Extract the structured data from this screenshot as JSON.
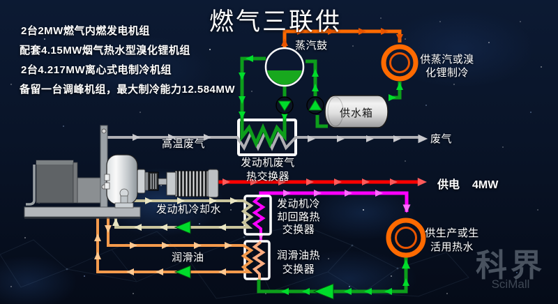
{
  "title": "燃气三联供",
  "info": {
    "lines": [
      "2台2MW燃气内燃发电机组",
      "配套4.15MW烟气热水型溴化锂机组",
      "2台4.217MW离心式电制冷机组",
      "备留一台调峰机组，最大制冷能力12.584MW"
    ]
  },
  "diagram": {
    "labels": {
      "steamDrum": "蒸汽鼓",
      "steamChillerLine1": "供蒸汽或溴",
      "steamChillerLine2": "化锂制冷",
      "feedWaterTank": "供水箱",
      "highTempExhaust": "高温废气",
      "exhaustOut": "废气",
      "exhaustHxLine1": "发动机废气",
      "exhaustHxLine2": "热交换器",
      "powerSupply": "供电",
      "powerValue": "4MW",
      "engineCoolingWater": "发动机冷却水",
      "coolingHxLine1": "发动机冷",
      "coolingHxLine2": "却回路热",
      "coolingHxLine3": "交换器",
      "lubeOil": "润滑油",
      "lubeHxLine1": "润滑油热",
      "lubeHxLine2": "交换器",
      "hotWaterLine1": "供生产或生",
      "hotWaterLine2": "活用热水"
    },
    "colors": {
      "green": "#0D9E1B",
      "greenBright": "#00DC2B",
      "orangeSteam": "#FF6A00",
      "orangeSteamDark": "#E85500",
      "orangeLube": "#F49A4C",
      "orangeLubeArrow": "#FFC890",
      "khaki": "#C9C49C",
      "khakiArrow": "#E8E4C2",
      "magenta": "#FF00FF",
      "magentaArrow": "#FF6CFF",
      "red": "#FF0000",
      "redArrow": "#FF5A5A",
      "gray": "#AFAFB4",
      "grayArrow": "#C8C8CC",
      "salmon": "#FFAE82"
    }
  },
  "watermark": {
    "brand": "科界",
    "sub": "SciMall"
  }
}
